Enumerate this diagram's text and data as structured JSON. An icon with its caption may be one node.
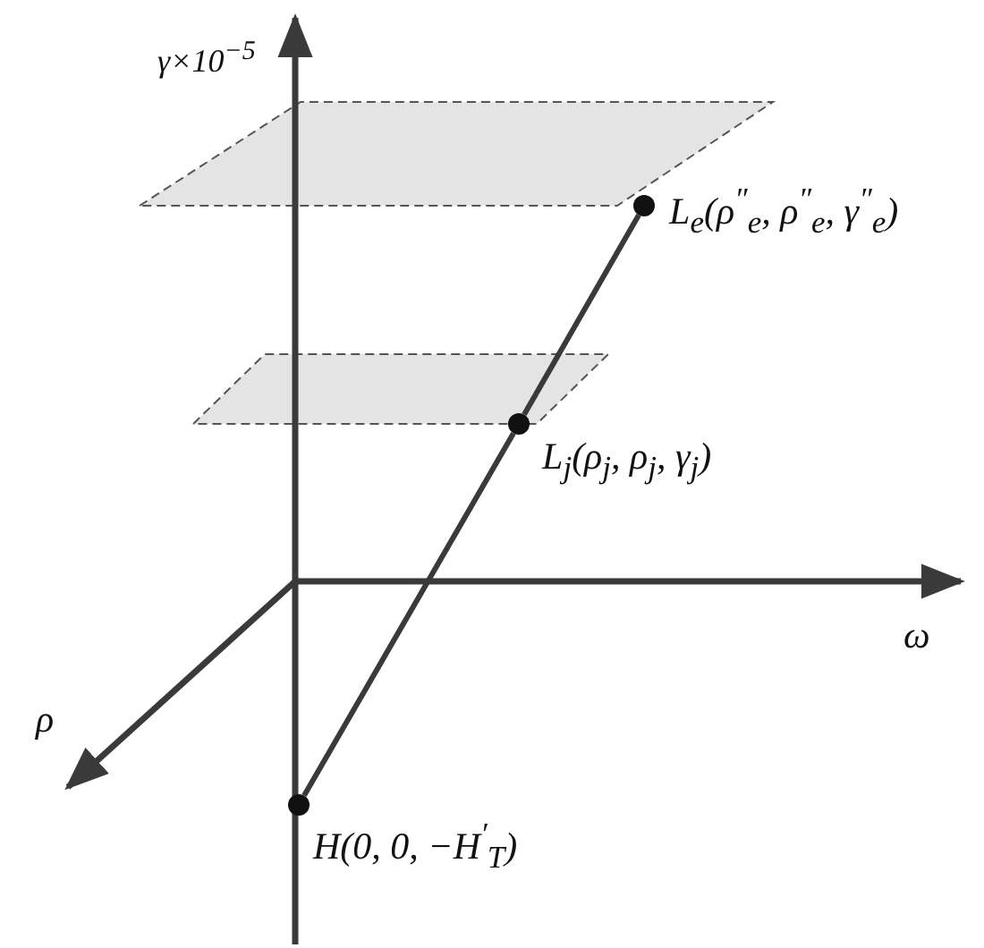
{
  "diagram": {
    "nodes": [
      {
        "text": [],
        "shape": "circle",
        "beside": [
          "L$_{e}$(ρ$^{″}$$_{e}$, ρ$^{″}$$_{e}$, γ$^{″}$$_{e}$)"
        ]
      },
      {
        "text": [],
        "shape": "circle",
        "beside": [
          "L$_{j}$(ρ$_{j}$, ρ$_{j}$, γ$_{j}$)"
        ]
      },
      {
        "text": [],
        "shape": "circle",
        "beside": [
          "H(0, 0, −H$^{′}$$_{T}$)"
        ]
      }
    ],
    "edges": [
      {
        "from": 2,
        "to": 1,
        "arrow": "none"
      },
      {
        "from": 1,
        "to": 0,
        "arrow": "none"
      }
    ],
    "labels": [
      "γ×10$^{−5}$",
      "ω",
      "ρ"
    ]
  }
}
